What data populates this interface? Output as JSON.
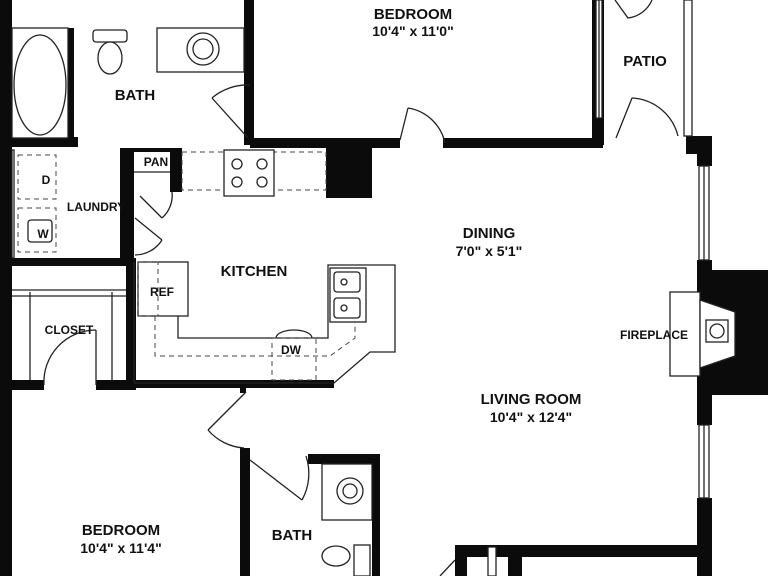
{
  "rooms": {
    "bedroom_top": {
      "name": "BEDROOM",
      "size": "10'4\" x 11'0\""
    },
    "patio": {
      "name": "PATIO"
    },
    "bath_top": {
      "name": "BATH"
    },
    "pan": {
      "name": "PAN"
    },
    "laundry": {
      "name": "LAUNDRY",
      "dryer": "D",
      "washer": "W"
    },
    "dining": {
      "name": "DINING",
      "size": "7'0\" x 5'1\""
    },
    "kitchen": {
      "name": "KITCHEN",
      "ref": "REF",
      "dw": "DW"
    },
    "closet": {
      "name": "CLOSET"
    },
    "fireplace": {
      "name": "FIREPLACE"
    },
    "living": {
      "name": "LIVING ROOM",
      "size": "10'4\" x 12'4\""
    },
    "bedroom_bottom": {
      "name": "BEDROOM",
      "size": "10'4\" x 11'4\""
    },
    "bath_bottom": {
      "name": "BATH"
    }
  }
}
